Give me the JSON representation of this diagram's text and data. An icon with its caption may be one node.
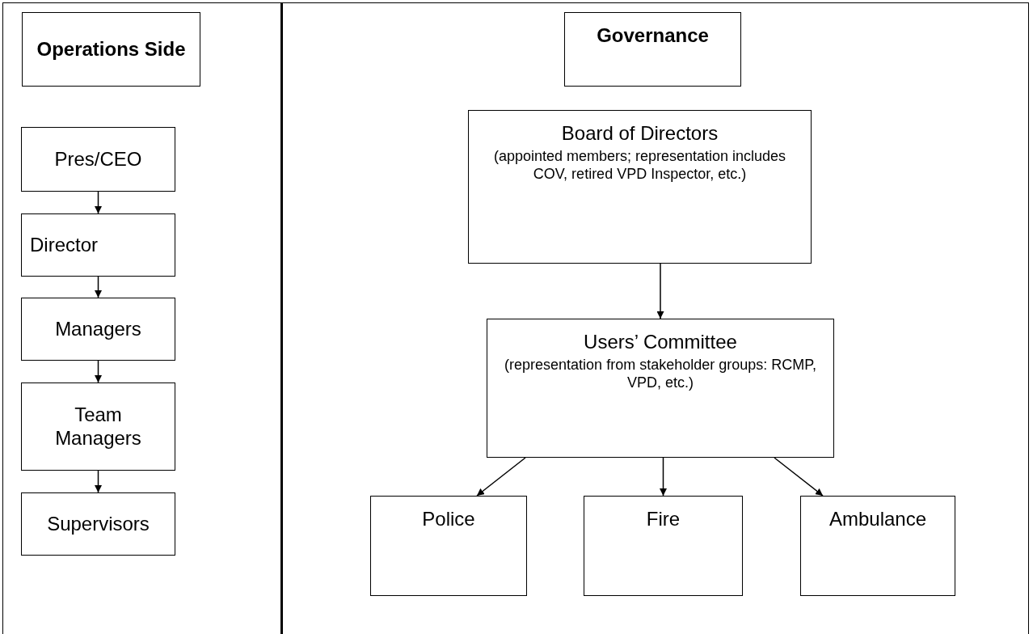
{
  "diagram": {
    "nodes": [
      {
        "text": [
          "Operations Side"
        ]
      },
      {
        "text": [
          "Pres/CEO"
        ]
      },
      {
        "text": [
          "Director"
        ]
      },
      {
        "text": [
          "Managers"
        ]
      },
      {
        "text": [
          "Team Managers"
        ]
      },
      {
        "text": [
          "Supervisors"
        ]
      },
      {
        "text": [
          "Governance"
        ]
      },
      {
        "text": [
          "Board of Directors",
          "(appointed members; representation includes COV, retired VPD Inspector, etc.)"
        ]
      },
      {
        "text": [
          "Users’ Committee",
          "(representation from stakeholder groups: RCMP, VPD, etc.)"
        ]
      },
      {
        "text": [
          "Police"
        ]
      },
      {
        "text": [
          "Fire"
        ]
      },
      {
        "text": [
          "Ambulance"
        ]
      }
    ],
    "edges": [
      {
        "from": 1,
        "to": 2,
        "arrow": "to"
      },
      {
        "from": 2,
        "to": 3,
        "arrow": "to"
      },
      {
        "from": 3,
        "to": 4,
        "arrow": "to"
      },
      {
        "from": 4,
        "to": 5,
        "arrow": "to"
      },
      {
        "from": 7,
        "to": 8,
        "arrow": "to"
      },
      {
        "from": 8,
        "to": 9,
        "arrow": "to"
      },
      {
        "from": 8,
        "to": 10,
        "arrow": "to"
      },
      {
        "from": 8,
        "to": 11,
        "arrow": "to"
      }
    ]
  }
}
